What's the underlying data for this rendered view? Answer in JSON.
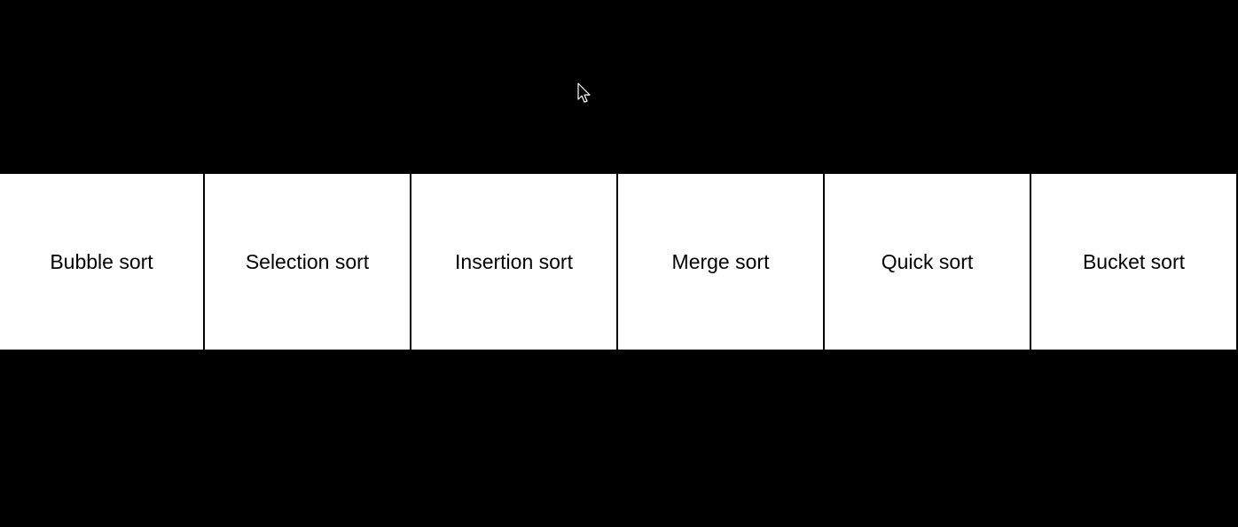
{
  "colors": {
    "background": "#000000",
    "tab_background": "#ffffff",
    "tab_text": "#000000",
    "divider": "#000000"
  },
  "tabs": [
    {
      "label": "Bubble sort"
    },
    {
      "label": "Selection sort"
    },
    {
      "label": "Insertion sort"
    },
    {
      "label": "Merge sort"
    },
    {
      "label": "Quick sort"
    },
    {
      "label": "Bucket sort"
    }
  ],
  "cursor": {
    "icon": "mouse-pointer-icon"
  }
}
